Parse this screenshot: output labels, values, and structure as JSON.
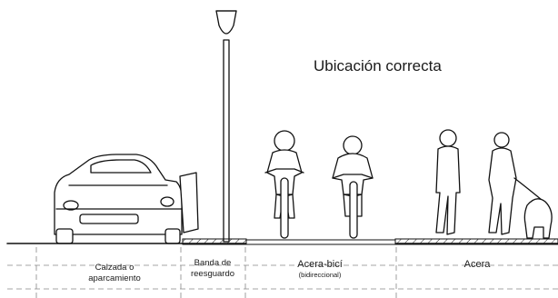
{
  "title": "Ubicación correcta",
  "zones": {
    "calzada_line1": "Calzada o",
    "calzada_line2": "aparcamiento",
    "banda_line1": "Banda de",
    "banda_line2": "reesguardo",
    "acera_bici": "Acera-bicí",
    "acera_bici_sub": "(bidireccional)",
    "acera": "Acera"
  }
}
